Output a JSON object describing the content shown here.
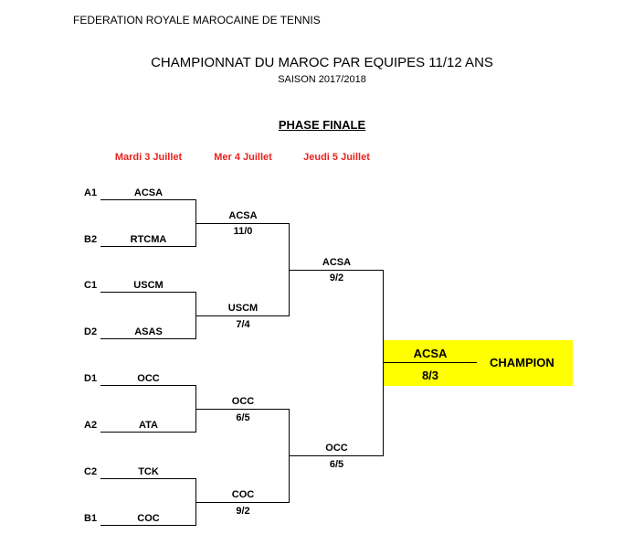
{
  "header": {
    "federation": "FEDERATION ROYALE MAROCAINE DE TENNIS",
    "title": "CHAMPIONNAT DU MAROC PAR EQUIPES 11/12 ANS",
    "season": "SAISON 2017/2018",
    "phase": "PHASE FINALE"
  },
  "days": [
    "Mardi 3 Juillet",
    "Mer 4 Juillet",
    "Jeudi 5 Juillet"
  ],
  "round1": [
    {
      "seed": "A1",
      "team": "ACSA"
    },
    {
      "seed": "B2",
      "team": "RTCMA"
    },
    {
      "seed": "C1",
      "team": "USCM"
    },
    {
      "seed": "D2",
      "team": "ASAS"
    },
    {
      "seed": "D1",
      "team": "OCC"
    },
    {
      "seed": "A2",
      "team": "ATA"
    },
    {
      "seed": "C2",
      "team": "TCK"
    },
    {
      "seed": "B1",
      "team": "COC"
    }
  ],
  "round2": [
    {
      "team": "ACSA",
      "score": "11/0"
    },
    {
      "team": "USCM",
      "score": "7/4"
    },
    {
      "team": "OCC",
      "score": "6/5"
    },
    {
      "team": "COC",
      "score": "9/2"
    }
  ],
  "round3": [
    {
      "team": "ACSA",
      "score": "9/2"
    },
    {
      "team": "OCC",
      "score": "6/5"
    }
  ],
  "final": {
    "team": "ACSA",
    "score": "8/3",
    "label": "CHAMPION"
  },
  "colors": {
    "day_text": "#e8231e",
    "champion_highlight": "#ffff00"
  }
}
